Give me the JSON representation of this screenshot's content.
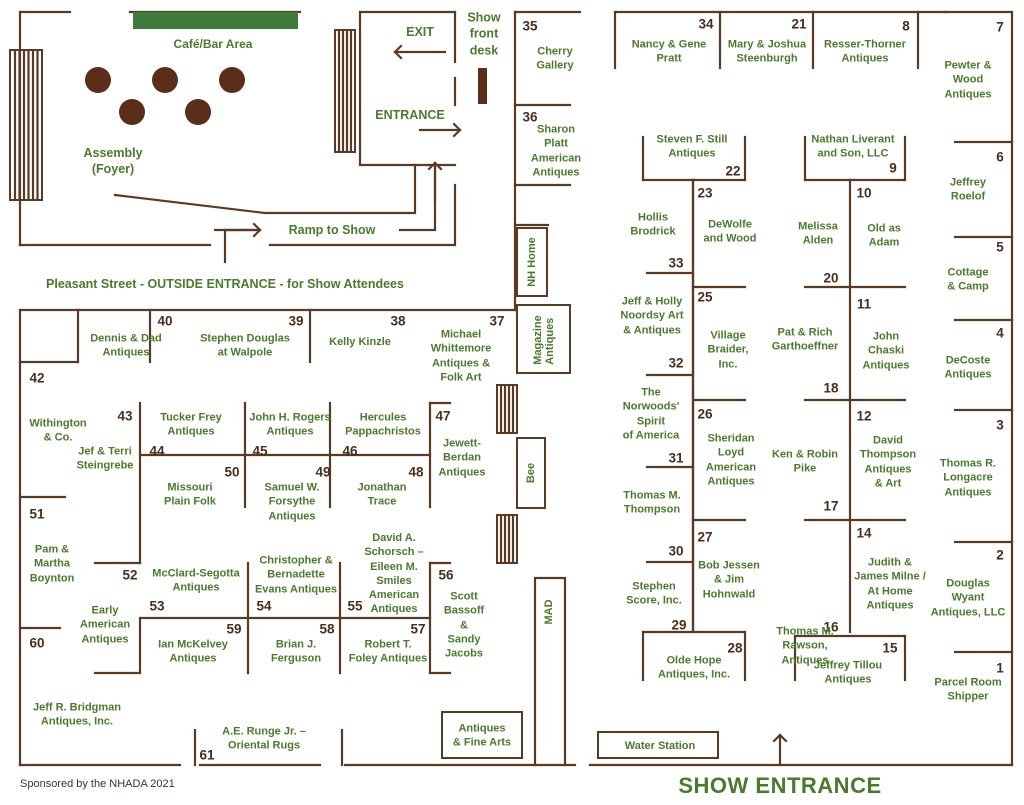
{
  "colors": {
    "wall": "#5a3a22",
    "text_green": "#4a7a2c",
    "number_brown": "#4a2e1a",
    "cafe_bar": "#3d7a3c"
  },
  "areas": {
    "cafe": "Café/Bar Area",
    "exit": "EXIT",
    "entrance": "ENTRANCE",
    "show_desk": "Show\nfront\ndesk",
    "assembly": "Assembly\n(Foyer)",
    "ramp": "Ramp to Show",
    "pleasant_street": "Pleasant Street - OUTSIDE ENTRANCE - for Show Attendees",
    "nh_home": "NH Home",
    "magazine": "Magazine\nAntiques",
    "bee": "Bee",
    "mad": "MAD",
    "antiques_fine_arts": "Antiques\n& Fine Arts",
    "water_station": "Water Station",
    "show_entrance": "SHOW ENTRANCE",
    "sponsor": "Sponsored by the NHADA 2021"
  },
  "booths": [
    {
      "num": "1",
      "name": "Parcel Room\nShipper"
    },
    {
      "num": "2",
      "name": "Douglas\nWyant\nAntiques, LLC"
    },
    {
      "num": "3",
      "name": "Thomas R.\nLongacre\nAntiques"
    },
    {
      "num": "4",
      "name": "DeCoste\nAntiques"
    },
    {
      "num": "5",
      "name": "Cottage\n& Camp"
    },
    {
      "num": "6",
      "name": "Jeffrey\nRoelof"
    },
    {
      "num": "7",
      "name": "Pewter &\nWood\nAntiques"
    },
    {
      "num": "8",
      "name": "Resser-Thorner\nAntiques"
    },
    {
      "num": "9",
      "name": "Nathan Liverant\nand Son, LLC"
    },
    {
      "num": "10",
      "name": "Old as\nAdam"
    },
    {
      "num": "11",
      "name": "John\nChaski\nAntiques"
    },
    {
      "num": "12",
      "name": "David\nThompson\nAntiques\n& Art"
    },
    {
      "num": "14",
      "name": "Judith &\nJames Milne /\nAt Home\nAntiques"
    },
    {
      "num": "15",
      "name": "Jeffrey Tillou\nAntiques"
    },
    {
      "num": "16",
      "name": "Thomas M.\nRawson,\nAntiques"
    },
    {
      "num": "17",
      "name": "Ken & Robin\nPike"
    },
    {
      "num": "18",
      "name": "Pat & Rich\nGarthoeffner"
    },
    {
      "num": "20",
      "name": "Melissa\nAlden"
    },
    {
      "num": "21",
      "name": "Mary & Joshua\nSteenburgh"
    },
    {
      "num": "22",
      "name": "Steven F. Still\nAntiques"
    },
    {
      "num": "23",
      "name": "DeWolfe\nand Wood"
    },
    {
      "num": "25",
      "name": "Village\nBraider,\nInc."
    },
    {
      "num": "26",
      "name": "Sheridan\nLoyd\nAmerican\nAntiques"
    },
    {
      "num": "27",
      "name": "Bob Jessen\n& Jim\nHohnwald"
    },
    {
      "num": "28",
      "name": "Olde Hope\nAntiques, Inc."
    },
    {
      "num": "29",
      "name": "Stephen\nScore, Inc."
    },
    {
      "num": "30",
      "name": "Thomas M.\nThompson"
    },
    {
      "num": "31",
      "name": "The\nNorwoods'\nSpirit\nof America"
    },
    {
      "num": "32",
      "name": "Jeff & Holly\nNoordsy Art\n& Antiques"
    },
    {
      "num": "33",
      "name": "Hollis\nBrodrick"
    },
    {
      "num": "34",
      "name": "Nancy & Gene\nPratt"
    },
    {
      "num": "35",
      "name": "Cherry\nGallery"
    },
    {
      "num": "36",
      "name": "Sharon\nPlatt\nAmerican\nAntiques"
    },
    {
      "num": "37",
      "name": "Michael\nWhittemore\nAntiques &\nFolk Art"
    },
    {
      "num": "38",
      "name": "Kelly Kinzle"
    },
    {
      "num": "39",
      "name": "Stephen Douglas\nat Walpole"
    },
    {
      "num": "40",
      "name": "Dennis & Dad\nAntiques"
    },
    {
      "num": "42",
      "name": "Withington\n& Co."
    },
    {
      "num": "43",
      "name": "Jef & Terri\nSteingrebe"
    },
    {
      "num": "44",
      "name": "Tucker Frey\nAntiques"
    },
    {
      "num": "45",
      "name": "John H. Rogers\nAntiques"
    },
    {
      "num": "46",
      "name": "Hercules\nPappachristos"
    },
    {
      "num": "47",
      "name": "Jewett-\nBerdan\nAntiques"
    },
    {
      "num": "48",
      "name": "Jonathan\nTrace"
    },
    {
      "num": "49",
      "name": "Samuel W.\nForsythe\nAntiques"
    },
    {
      "num": "50",
      "name": "Missouri\nPlain Folk"
    },
    {
      "num": "51",
      "name": "Pam &\nMartha\nBoynton"
    },
    {
      "num": "52",
      "name": "Early\nAmerican\nAntiques"
    },
    {
      "num": "53",
      "name": "McClard-Segotta\nAntiques"
    },
    {
      "num": "54",
      "name": "Christopher &\nBernadette\nEvans Antiques"
    },
    {
      "num": "55",
      "name": "David A.\nSchorsch –\nEileen M.\nSmiles\nAmerican\nAntiques"
    },
    {
      "num": "56",
      "name": "Scott\nBassoff\n&\nSandy\nJacobs"
    },
    {
      "num": "57",
      "name": "Robert T.\nFoley Antiques"
    },
    {
      "num": "58",
      "name": "Brian J.\nFerguson"
    },
    {
      "num": "59",
      "name": "Ian McKelvey\nAntiques"
    },
    {
      "num": "60",
      "name": "Jeff R. Bridgman\nAntiques, Inc."
    },
    {
      "num": "61",
      "name": "A.E. Runge Jr. –\nOriental Rugs"
    }
  ]
}
